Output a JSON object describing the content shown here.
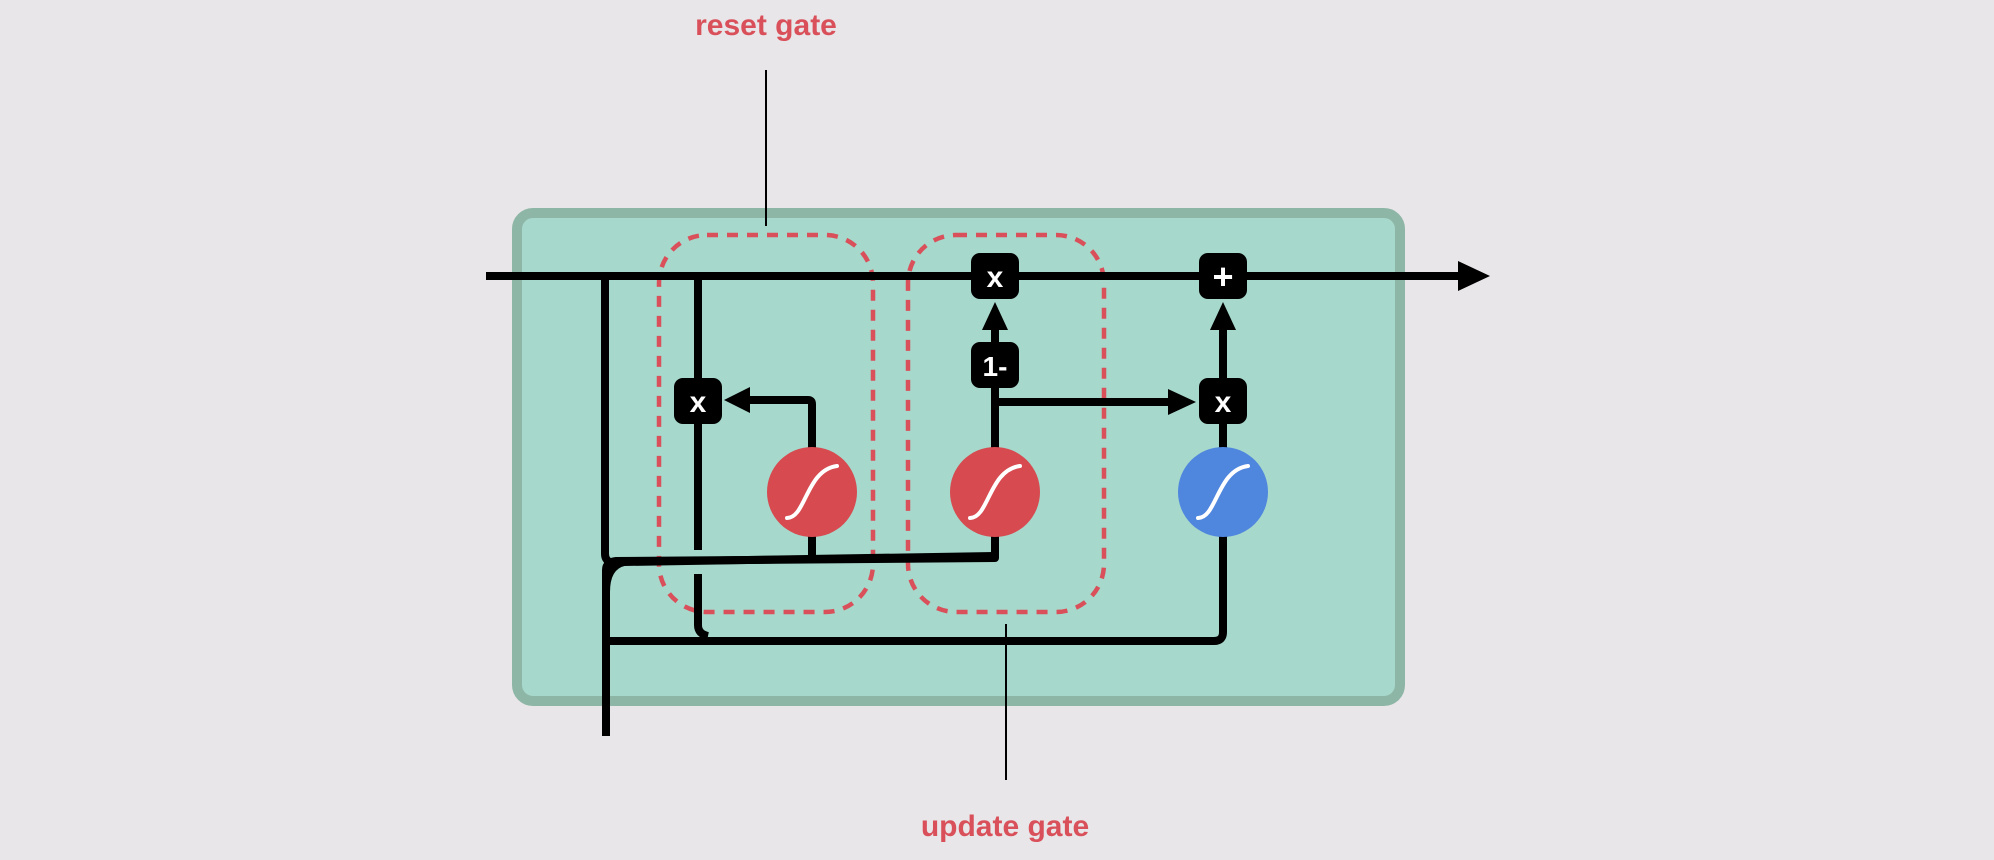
{
  "labels": {
    "reset_gate": "reset gate",
    "update_gate": "update gate"
  },
  "operators": {
    "multiply": "x",
    "add": "+",
    "one_minus": "1-"
  },
  "icons": {
    "sigmoid": "sigmoid-curve-icon",
    "tanh": "tanh-curve-icon"
  },
  "colors": {
    "background": "#e8e6e8",
    "cell_fill": "#a6d8cb",
    "cell_border": "#8eb6a6",
    "sigmoid": "#d64a50",
    "tanh": "#4f86de",
    "gate_outline": "#d9505a",
    "operator_fill": "#000000"
  }
}
